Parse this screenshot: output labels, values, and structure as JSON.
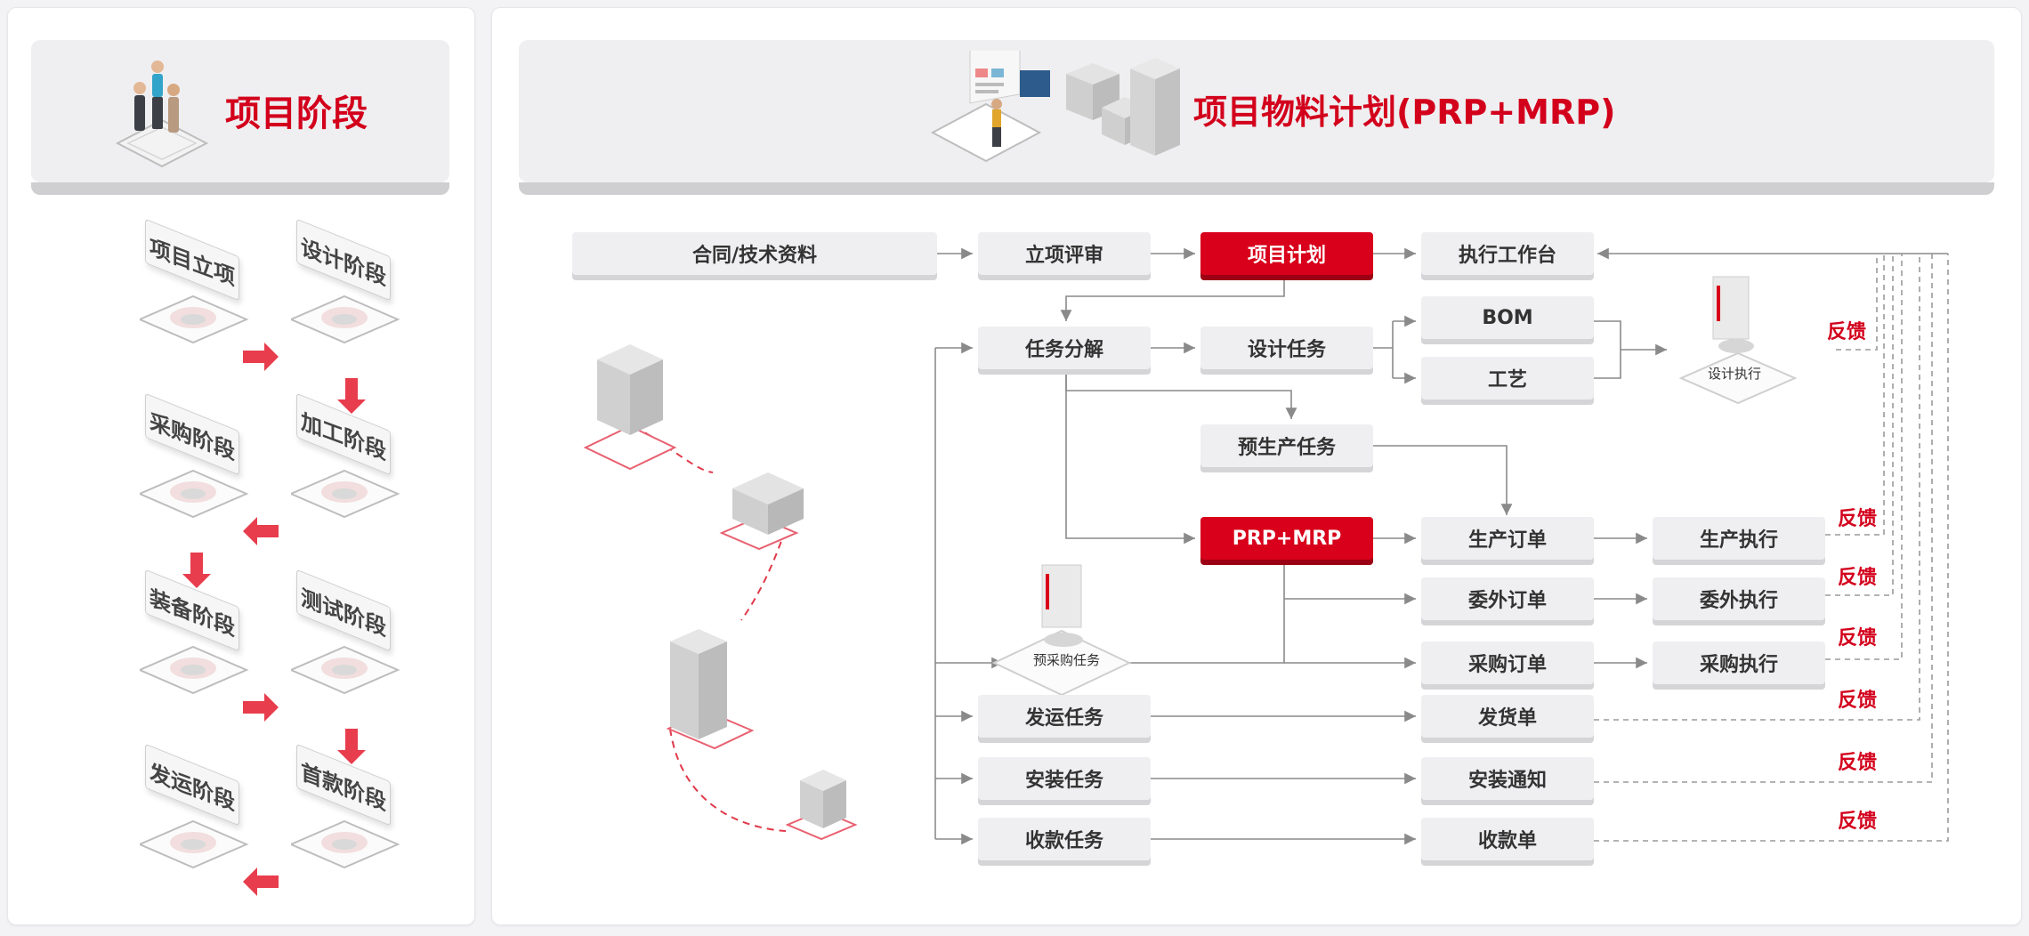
{
  "left_panel": {
    "title": "项目阶段",
    "stages": [
      "项目立项",
      "设计阶段",
      "加工阶段",
      "采购阶段",
      "装备阶段",
      "测试阶段",
      "首款阶段",
      "发运阶段"
    ]
  },
  "right_panel": {
    "title": "项目物料计划(PRP+MRP)",
    "nodes": {
      "contract": "合同/技术资料",
      "review": "立项评审",
      "project_plan": "项目计划",
      "workbench": "执行工作台",
      "task_split": "任务分解",
      "design_task": "设计任务",
      "bom": "BOM",
      "craft": "工艺",
      "design_exec": "设计执行",
      "preprod_task": "预生产任务",
      "prp_mrp": "PRP+MRP",
      "prod_order": "生产订单",
      "prod_exec": "生产执行",
      "outsource_order": "委外订单",
      "outsource_exec": "委外执行",
      "pre_purchase": "预采购任务",
      "purchase_order": "采购订单",
      "purchase_exec": "采购执行",
      "ship_task": "发运任务",
      "ship_doc": "发货单",
      "install_task": "安装任务",
      "install_notice": "安装通知",
      "collect_task": "收款任务",
      "collect_doc": "收款单"
    },
    "feedback_label": "反馈",
    "colors": {
      "accent": "#d8001a",
      "box": "#efeff1",
      "line": "#8a8a8a"
    }
  }
}
